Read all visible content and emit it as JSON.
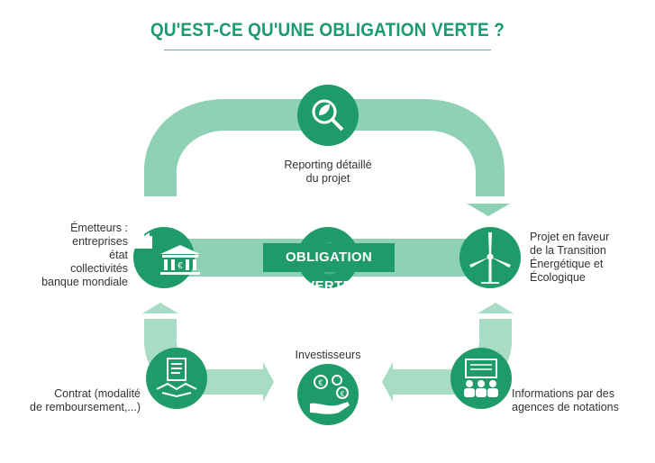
{
  "title": "QU'EST-CE QU'UNE OBLIGATION VERTE ?",
  "center_label": "OBLIGATION VERTE",
  "center_symbol": "€",
  "nodes": {
    "reporting": {
      "lines": [
        "Reporting détaillé",
        "du projet"
      ],
      "icon": "magnifier-leaf-icon"
    },
    "emetteurs": {
      "lines": [
        "Émetteurs :",
        "entreprises",
        "état",
        "collectivités",
        "banque mondiale"
      ],
      "icons": [
        "factory-icon",
        "bank-icon"
      ]
    },
    "projet": {
      "lines": [
        "Projet en faveur",
        "de la Transition",
        "Énergétique et",
        "Écologique"
      ],
      "icon": "wind-turbine-icon"
    },
    "investisseurs": {
      "label": "Investisseurs",
      "icon": "hand-euro-coins-icon"
    },
    "contrat": {
      "lines": [
        "Contrat (modalité",
        "de remboursement,...)"
      ],
      "icon": "contract-handshake-icon"
    },
    "informations": {
      "lines": [
        "Informations par des",
        "agences de notations"
      ],
      "icon": "presentation-audience-icon"
    }
  },
  "colors": {
    "primary": "#1f9a6b",
    "band": "#8fd1b6",
    "band_light": "#a9dcc6",
    "title": "#1a9c6c"
  }
}
